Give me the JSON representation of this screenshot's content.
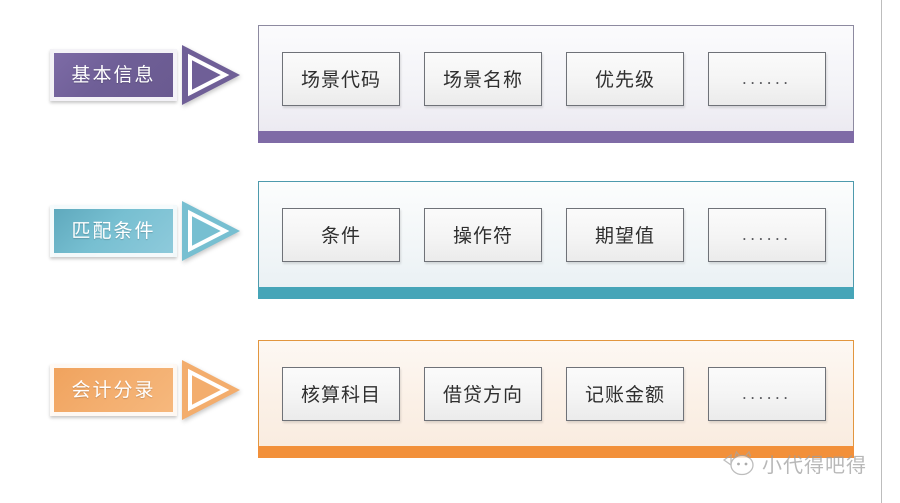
{
  "diagram": {
    "rows": [
      {
        "tag_label": "基本信息",
        "tag_color": "#6f5f97",
        "bar_color": "#7f6ba6",
        "chips": [
          "场景代码",
          "场景名称",
          "优先级",
          "......"
        ]
      },
      {
        "tag_label": "匹配条件",
        "tag_color": "#77bfd1",
        "bar_color": "#46a5b8",
        "chips": [
          "条件",
          "操作符",
          "期望值",
          "......"
        ]
      },
      {
        "tag_label": "会计分录",
        "tag_color": "#f3ad6d",
        "bar_color": "#f2903a",
        "chips": [
          "核算科目",
          "借贷方向",
          "记账金额",
          "......"
        ]
      }
    ]
  },
  "watermark": {
    "text": "小代得吧得",
    "icon": "cat-face-icon"
  }
}
